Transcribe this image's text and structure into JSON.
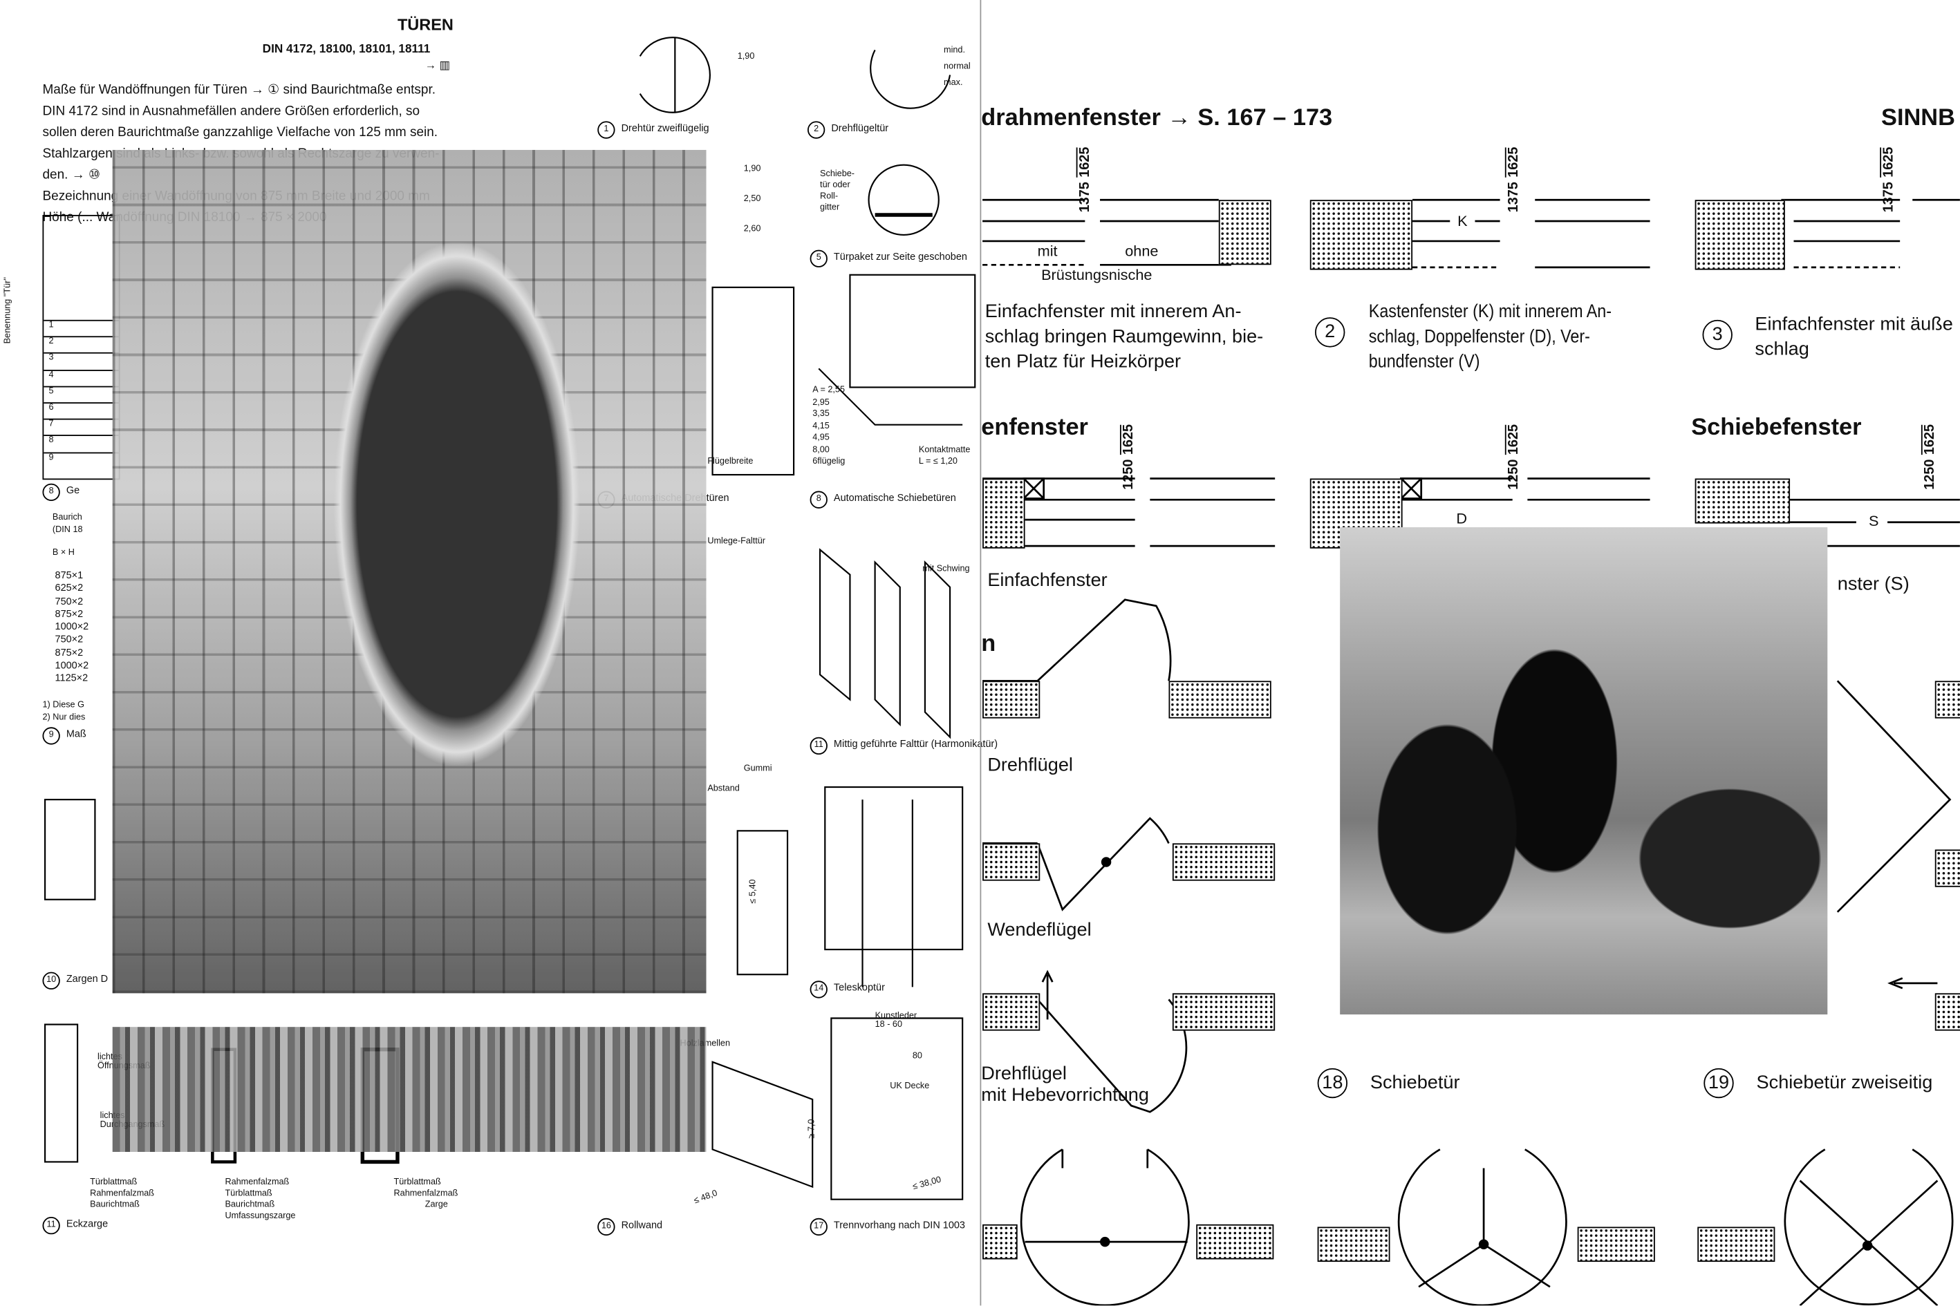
{
  "left_page": {
    "title": "TÜREN",
    "din_ref": "DIN 4172, 18100, 18101, 18111",
    "book_ref": "→ ▥",
    "paragraph": [
      "Maße für Wandöffnungen für Türen → ① sind Baurichtmaße entspr.",
      "DIN 4172 sind in Ausnahmefällen andere Größen erforderlich, so",
      "sollen deren Baurichtmaße ganzzahlige Vielfache von 125 mm sein.",
      "Stahlzargen sind als Links- bzw. sowohl als Rechtszarge zu verwen-",
      "den. → ⑩",
      "Bezeichnung einer Wandöffnung von 875 mm Breite und 2000 mm",
      "Höhe (... Wandöffnung DIN 18100 → 875 × 2000"
    ],
    "table_rows": [
      "1",
      "2",
      "3",
      "4",
      "5",
      "6",
      "7",
      "8",
      "9"
    ],
    "table_sizes": [
      "875×1",
      "625×2",
      "750×2",
      "875×2",
      "1000×2",
      "750×2",
      "875×2",
      "1000×2",
      "1125×2"
    ],
    "table_header": [
      "Baurich",
      "(DIN 18",
      "B × H"
    ],
    "footnotes": [
      "1) Diese G",
      "2) Nur dies"
    ],
    "captions": [
      {
        "num": "1",
        "text": "Drehtür zweiflügelig"
      },
      {
        "num": "2",
        "text": "Drehflügeltür"
      },
      {
        "num": "5",
        "text": "Türpaket zur Seite geschoben"
      },
      {
        "num": "7",
        "text": "Automatische Drehtüren"
      },
      {
        "num": "8",
        "text": "Automatische Schiebetüren"
      },
      {
        "num": "11",
        "text": "Mittig geführte Falttür (Harmonikatür)"
      },
      {
        "num": "14",
        "text": "Teleskoptür"
      },
      {
        "num": "16",
        "text": "Rollwand"
      },
      {
        "num": "17",
        "text": "Trennvorhang nach DIN 1003"
      },
      {
        "num": "8",
        "text": "Ge"
      },
      {
        "num": "9",
        "text": "Maß"
      },
      {
        "num": "10",
        "text": "Zargen D"
      },
      {
        "num": "11",
        "text": "Eckzarge"
      }
    ],
    "labels": {
      "door_dims_1": [
        "mind.",
        "normal",
        "max."
      ],
      "door_dims_vals": [
        "1,90",
        "2,50",
        "2,60"
      ],
      "sliding_label": "Schiebe-tür oder Roll-gitter",
      "fluegel": "Flügelbreite",
      "auto_dims": "A = 2,55\n2,95\n3,35\n4,15\n4,95\n8,00\n6flügelig",
      "kontakt": "Kontaktmatte L = ≤ 1,20",
      "umlege": "Umlege-Falttür",
      "schwing": "mit Schwing",
      "gummi": "Gummi",
      "abstand": "Abstand",
      "h540": "≤ 5,40",
      "holzlamellen": "Holzlamellen",
      "kunstleder": "Kunstleder 18 - 60",
      "h80": "80",
      "ukdecke": "UK Decke",
      "h70": "≥ 7,0",
      "w480": "≤ 48,0",
      "w3800": "≤ 38,00",
      "lichtes1": "lichtes Öffnungsmaß",
      "lichtes2": "lichtes Durchgangsmaß",
      "tuerblatt": "Türblattmaß",
      "rahmenfalz": "Rahmenfalzmaß",
      "umfassungszarge": "Umfassungszarge",
      "zarge": "Zarge",
      "baurichtmass": "Baurichtmaß",
      "side_label": "Benennung \"Tür\""
    }
  },
  "right_page": {
    "heading_left": "drahmenfenster → S. 167 – 173",
    "heading_right": "SINNB",
    "dims_a": [
      "1375",
      "1625"
    ],
    "dims_b": [
      "1250",
      "1625"
    ],
    "mit": "mit",
    "ohne": "ohne",
    "bruestung": "Brüstungsnische",
    "k": "K",
    "d": "D",
    "s": "S",
    "desc1": [
      "Einfachfenster mit innerem An-",
      "schlag bringen Raumgewinn, bie-",
      "ten Platz für Heizkörper"
    ],
    "desc2_num": "2",
    "desc2": [
      "Kastenfenster (K) mit innerem An-",
      "schlag, Doppelfenster (D), Ver-",
      "bundfenster (V)"
    ],
    "desc3_num": "3",
    "desc3": [
      "Einfachfenster mit äuße",
      "schlag"
    ],
    "sub1": "enfenster",
    "sub2": "Schiebefenster",
    "einfach": "Einfachfenster",
    "schiebe_s": "nster (S)",
    "sub3": "n",
    "drehfluegel": "Drehflügel",
    "wendefluegel": "Wendeflügel",
    "hebe": [
      "Drehflügel",
      "mit Hebevorrichtung"
    ],
    "c18_num": "18",
    "c18": "Schiebetür",
    "c19_num": "19",
    "c19": "Schiebetür zweiseitig"
  }
}
